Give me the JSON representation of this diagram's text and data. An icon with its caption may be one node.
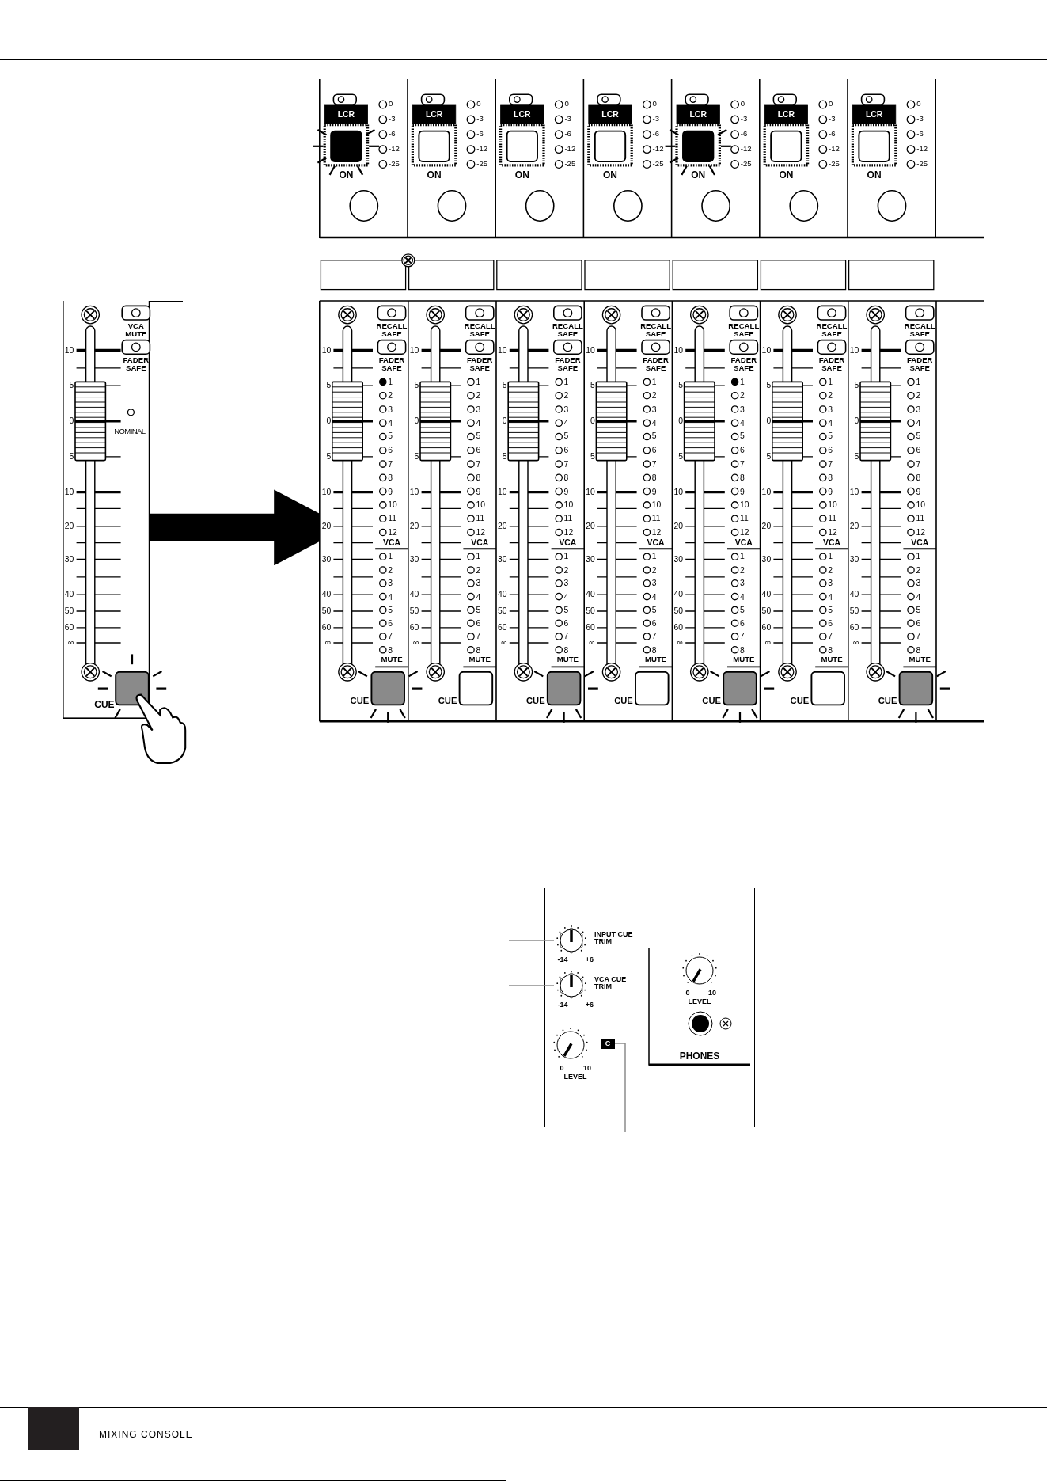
{
  "diagram": {
    "nodes": [
      {
        "text": [],
        "shape": "box"
      },
      {
        "text": [],
        "shape": "box"
      },
      {
        "text": [
          "INPUT CUE TRIM"
        ],
        "beside": [
          "-14",
          "+6"
        ]
      },
      {
        "text": [
          "VCA CUE TRIM"
        ],
        "beside": [
          "-14",
          "+6"
        ]
      },
      {
        "text": [
          "C"
        ]
      }
    ],
    "edges": [
      {
        "from": 0,
        "to": 1,
        "arrow": "to",
        "style": "thick",
        "color": "#000000"
      },
      {
        "from": null,
        "to": 2,
        "arrow": "none"
      },
      {
        "from": null,
        "to": 3,
        "arrow": "none"
      },
      {
        "from": 4,
        "to": null,
        "arrow": "none"
      }
    ],
    "labels": [
      "VCA MUTE",
      "FADER SAFE",
      "10",
      "5",
      "0",
      "5",
      "10",
      "20",
      "30",
      "40",
      "50",
      "60",
      "∞",
      "NOMINAL",
      "CUE",
      "LCR",
      "0",
      "-3",
      "-6",
      "-12",
      "-25",
      "ON",
      "LCR",
      "0",
      "-3",
      "-6",
      "-12",
      "-25",
      "ON",
      "LCR",
      "0",
      "-3",
      "-6",
      "-12",
      "-25",
      "ON",
      "LCR",
      "0",
      "-3",
      "-6",
      "-12",
      "-25",
      "ON",
      "LCR",
      "0",
      "-3",
      "-6",
      "-12",
      "-25",
      "ON",
      "LCR",
      "0",
      "-3",
      "-6",
      "-12",
      "-25",
      "ON",
      "LCR",
      "0",
      "-3",
      "-6",
      "-12",
      "-25",
      "ON",
      "RECALL SAFE",
      "FADER SAFE",
      "10",
      "5",
      "0",
      "5",
      "10",
      "20",
      "30",
      "40",
      "50",
      "60",
      "∞",
      "1",
      "2",
      "3",
      "4",
      "5",
      "6",
      "7",
      "8",
      "9",
      "10",
      "11",
      "12",
      "VCA",
      "1",
      "2",
      "3",
      "4",
      "5",
      "6",
      "7",
      "8",
      "MUTE",
      "CUE",
      "RECALL SAFE",
      "FADER SAFE",
      "10",
      "5",
      "0",
      "5",
      "10",
      "20",
      "30",
      "40",
      "50",
      "60",
      "∞",
      "1",
      "2",
      "3",
      "4",
      "5",
      "6",
      "7",
      "8",
      "9",
      "10",
      "11",
      "12",
      "VCA",
      "1",
      "2",
      "3",
      "4",
      "5",
      "6",
      "7",
      "8",
      "MUTE",
      "CUE",
      "RECALL SAFE",
      "FADER SAFE",
      "10",
      "5",
      "0",
      "5",
      "10",
      "20",
      "30",
      "40",
      "50",
      "60",
      "∞",
      "1",
      "2",
      "3",
      "4",
      "5",
      "6",
      "7",
      "8",
      "9",
      "10",
      "11",
      "12",
      "VCA",
      "1",
      "2",
      "3",
      "4",
      "5",
      "6",
      "7",
      "8",
      "MUTE",
      "CUE",
      "RECALL SAFE",
      "FADER SAFE",
      "10",
      "5",
      "0",
      "5",
      "10",
      "20",
      "30",
      "40",
      "50",
      "60",
      "∞",
      "1",
      "2",
      "3",
      "4",
      "5",
      "6",
      "7",
      "8",
      "9",
      "10",
      "11",
      "12",
      "VCA",
      "1",
      "2",
      "3",
      "4",
      "5",
      "6",
      "7",
      "8",
      "MUTE",
      "CUE",
      "RECALL SAFE",
      "FADER SAFE",
      "10",
      "5",
      "0",
      "5",
      "10",
      "20",
      "30",
      "40",
      "50",
      "60",
      "∞",
      "1",
      "2",
      "3",
      "4",
      "5",
      "6",
      "7",
      "8",
      "9",
      "10",
      "11",
      "12",
      "VCA",
      "1",
      "2",
      "3",
      "4",
      "5",
      "6",
      "7",
      "8",
      "MUTE",
      "CUE",
      "RECALL SAFE",
      "FADER SAFE",
      "10",
      "5",
      "0",
      "5",
      "10",
      "20",
      "30",
      "40",
      "50",
      "60",
      "∞",
      "1",
      "2",
      "3",
      "4",
      "5",
      "6",
      "7",
      "8",
      "9",
      "10",
      "11",
      "12",
      "VCA",
      "1",
      "2",
      "3",
      "4",
      "5",
      "6",
      "7",
      "8",
      "MUTE",
      "CUE",
      "RECALL SAFE",
      "FADER SAFE",
      "10",
      "5",
      "0",
      "5",
      "10",
      "20",
      "30",
      "40",
      "50",
      "60",
      "∞",
      "1",
      "2",
      "3",
      "4",
      "5",
      "6",
      "7",
      "8",
      "9",
      "10",
      "11",
      "12",
      "VCA",
      "1",
      "2",
      "3",
      "4",
      "5",
      "6",
      "7",
      "8",
      "MUTE",
      "CUE",
      "0",
      "10",
      "LEVEL",
      "0",
      "10",
      "LEVEL",
      "PHONES",
      "MIXING CONSOLE"
    ]
  }
}
